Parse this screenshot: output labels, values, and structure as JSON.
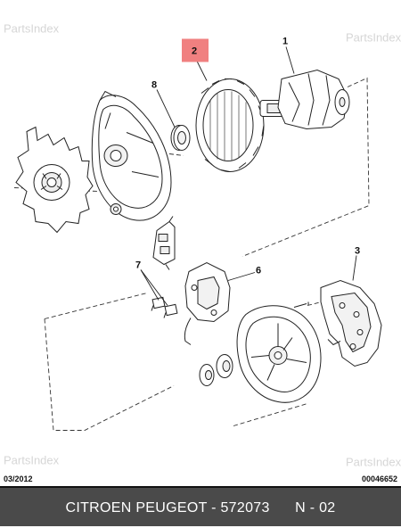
{
  "watermarks": {
    "top_left": "PartsIndex",
    "top_right": "PartsIndex",
    "bottom_left": "PartsIndex",
    "bottom_right": "PartsIndex"
  },
  "callouts": {
    "c1": "1",
    "c2": "2",
    "c3": "3",
    "c6": "6",
    "c7": "7",
    "c8": "8"
  },
  "highlight_color": "#f08080",
  "footer": {
    "date_code": "03/2012",
    "ref_code": "00046652",
    "title": "CITROEN PEUGEOT - 572073      N - 02"
  }
}
